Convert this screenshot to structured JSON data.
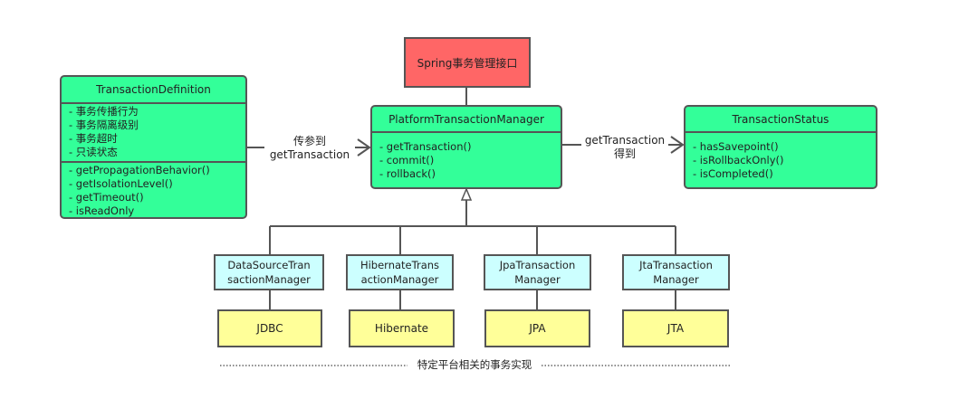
{
  "interface_label": "Spring事务管理接口",
  "transaction_definition": {
    "title": "TransactionDefinition",
    "attributes": [
      "- 事务传播行为",
      "- 事务隔离级别",
      "- 事务超时",
      "- 只读状态"
    ],
    "methods": [
      "- getPropagationBehavior()",
      "- getIsolationLevel()",
      "- getTimeout()",
      "- isReadOnly"
    ]
  },
  "platform_manager": {
    "title": "PlatformTransactionManager",
    "methods": [
      "- getTransaction()",
      "- commit()",
      "- rollback()"
    ]
  },
  "transaction_status": {
    "title": "TransactionStatus",
    "methods": [
      "- hasSavepoint()",
      "- isRollbackOnly()",
      "- isCompleted()"
    ]
  },
  "edge_left": {
    "line1": "传参到",
    "line2": "getTransaction"
  },
  "edge_right": {
    "line1": "getTransaction",
    "line2": "得到"
  },
  "implementations": [
    {
      "manager_line1": "DataSourceTran",
      "manager_line2": "sactionManager",
      "platform": "JDBC"
    },
    {
      "manager_line1": "HibernateTrans",
      "manager_line2": "actionManager",
      "platform": "Hibernate"
    },
    {
      "manager_line1": "JpaTransaction",
      "manager_line2": "Manager",
      "platform": "JPA"
    },
    {
      "manager_line1": "JtaTransaction",
      "manager_line2": "Manager",
      "platform": "JTA"
    }
  ],
  "footer_label": "特定平台相关的事务实现",
  "colors": {
    "interface": "#ff6666",
    "class": "#33ff99",
    "implementation": "#ccffff",
    "platform": "#ffff99"
  }
}
